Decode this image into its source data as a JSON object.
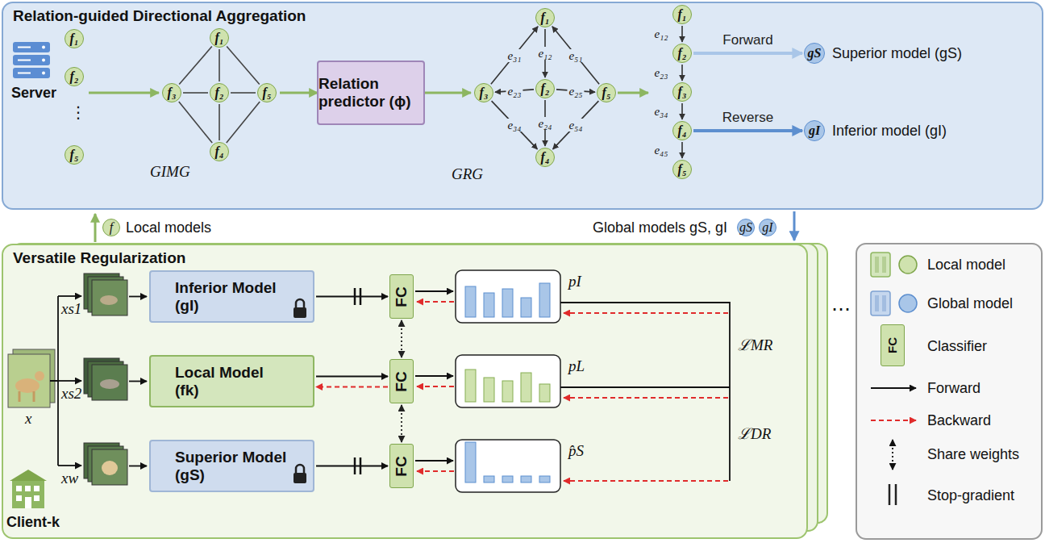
{
  "diagram": {
    "nodes": [
      {
        "text": [
          "Relation-guided Directional Aggregation"
        ]
      },
      {
        "text": [
          "f₁"
        ],
        "in": 0
      },
      {
        "text": [
          "f₂"
        ],
        "in": 0
      },
      {
        "text": [
          "f₅"
        ],
        "in": 0
      },
      {
        "text": [
          "f₁"
        ],
        "in": 0
      },
      {
        "text": [
          "f₃"
        ],
        "in": 0
      },
      {
        "text": [
          "f₂"
        ],
        "in": 0
      },
      {
        "text": [
          "f₅"
        ],
        "in": 0
      },
      {
        "text": [
          "f₄"
        ],
        "in": 0
      },
      {
        "text": [
          "Relation predictor (ϕ)"
        ],
        "in": 0
      },
      {
        "text": [
          "f₁"
        ],
        "in": 0
      },
      {
        "text": [
          "f₃"
        ],
        "in": 0
      },
      {
        "text": [
          "f₂"
        ],
        "in": 0
      },
      {
        "text": [
          "f₅"
        ],
        "in": 0
      },
      {
        "text": [
          "f₄"
        ],
        "in": 0
      },
      {
        "text": [
          "f₁"
        ],
        "in": 0
      },
      {
        "text": [
          "f₂"
        ],
        "in": 0
      },
      {
        "text": [
          "f₃"
        ],
        "in": 0
      },
      {
        "text": [
          "f₄"
        ],
        "in": 0
      },
      {
        "text": [
          "f₅"
        ],
        "in": 0
      },
      {
        "text": [
          "gS"
        ],
        "in": 0
      },
      {
        "text": [
          "gI"
        ],
        "in": 0
      },
      {
        "text": [
          "f"
        ]
      },
      {
        "text": [
          "gS"
        ]
      },
      {
        "text": [
          "gI"
        ]
      },
      {
        "text": [
          "Versatile Regularization"
        ]
      },
      {
        "text": [
          "Inferior Model (gI)"
        ],
        "in": 25
      },
      {
        "text": [
          "FC"
        ],
        "in": 25
      },
      {
        "text": [
          "Local Model (fk)"
        ],
        "in": 25
      },
      {
        "text": [
          "FC"
        ],
        "in": 25
      },
      {
        "text": [
          "Superior Model (gS)"
        ],
        "in": 25
      },
      {
        "text": [
          "FC"
        ],
        "in": 25
      },
      {
        "text": [
          "FC"
        ]
      }
    ],
    "edges": [
      {
        "from": 4,
        "to": 5,
        "arrow": "none"
      },
      {
        "from": 4,
        "to": 6,
        "arrow": "none"
      },
      {
        "from": 4,
        "to": 7,
        "arrow": "none"
      },
      {
        "from": 5,
        "to": 6,
        "arrow": "none"
      },
      {
        "from": 6,
        "to": 7,
        "arrow": "none"
      },
      {
        "from": 5,
        "to": 8,
        "arrow": "none"
      },
      {
        "from": 6,
        "to": 8,
        "arrow": "none"
      },
      {
        "from": 7,
        "to": 8,
        "arrow": "none"
      },
      {
        "from": 11,
        "to": 10,
        "arrow": "to",
        "label": "e₃₁"
      },
      {
        "from": 10,
        "to": 12,
        "arrow": "to",
        "label": "e₁₂"
      },
      {
        "from": 13,
        "to": 10,
        "arrow": "to",
        "label": "e₅₁"
      },
      {
        "from": 12,
        "to": 11,
        "arrow": "to",
        "label": "e₂₃"
      },
      {
        "from": 12,
        "to": 13,
        "arrow": "to",
        "label": "e₂₅"
      },
      {
        "from": 12,
        "to": 14,
        "arrow": "to",
        "label": "e₂₄"
      },
      {
        "from": 11,
        "to": 14,
        "arrow": "to",
        "label": "e₃₄"
      },
      {
        "from": 13,
        "to": 14,
        "arrow": "to",
        "label": "e₅₄"
      },
      {
        "from": 15,
        "to": 16,
        "arrow": "to",
        "label": "e₁₂"
      },
      {
        "from": 16,
        "to": 17,
        "arrow": "to",
        "label": "e₂₃"
      },
      {
        "from": 17,
        "to": 18,
        "arrow": "to",
        "label": "e₃₄"
      },
      {
        "from": 18,
        "to": 19,
        "arrow": "to",
        "label": "e₄₅"
      },
      {
        "from": 16,
        "to": 20,
        "arrow": "to",
        "label": "Forward"
      },
      {
        "from": 18,
        "to": 21,
        "arrow": "to",
        "label": "Reverse"
      },
      {
        "from": 26,
        "to": 27,
        "arrow": "to"
      },
      {
        "from": 28,
        "to": 29,
        "arrow": "to"
      },
      {
        "from": 29,
        "to": 28,
        "arrow": "to"
      },
      {
        "from": 30,
        "to": 31,
        "arrow": "to"
      },
      {
        "from": 27,
        "to": 29,
        "arrow": "both"
      },
      {
        "from": 29,
        "to": 31,
        "arrow": "both"
      }
    ],
    "labels": [
      "Server",
      "⋮",
      "GIMG",
      "GRG",
      "Superior model (gS)",
      "Inferior model (gI)",
      "Local models",
      "Global models gS, gI",
      "x",
      "xs1",
      "xs2",
      "xw",
      "Client-k",
      "pI",
      "pL",
      "p̂S",
      "ℒMR",
      "ℒDR",
      "…"
    ],
    "legend": [
      {
        "text": "Local model"
      },
      {
        "text": "Global model"
      },
      {
        "text": "Classifier"
      },
      {
        "text": "Forward"
      },
      {
        "text": "Backward"
      },
      {
        "text": "Share weights"
      },
      {
        "text": "Stop-gradient"
      }
    ]
  }
}
